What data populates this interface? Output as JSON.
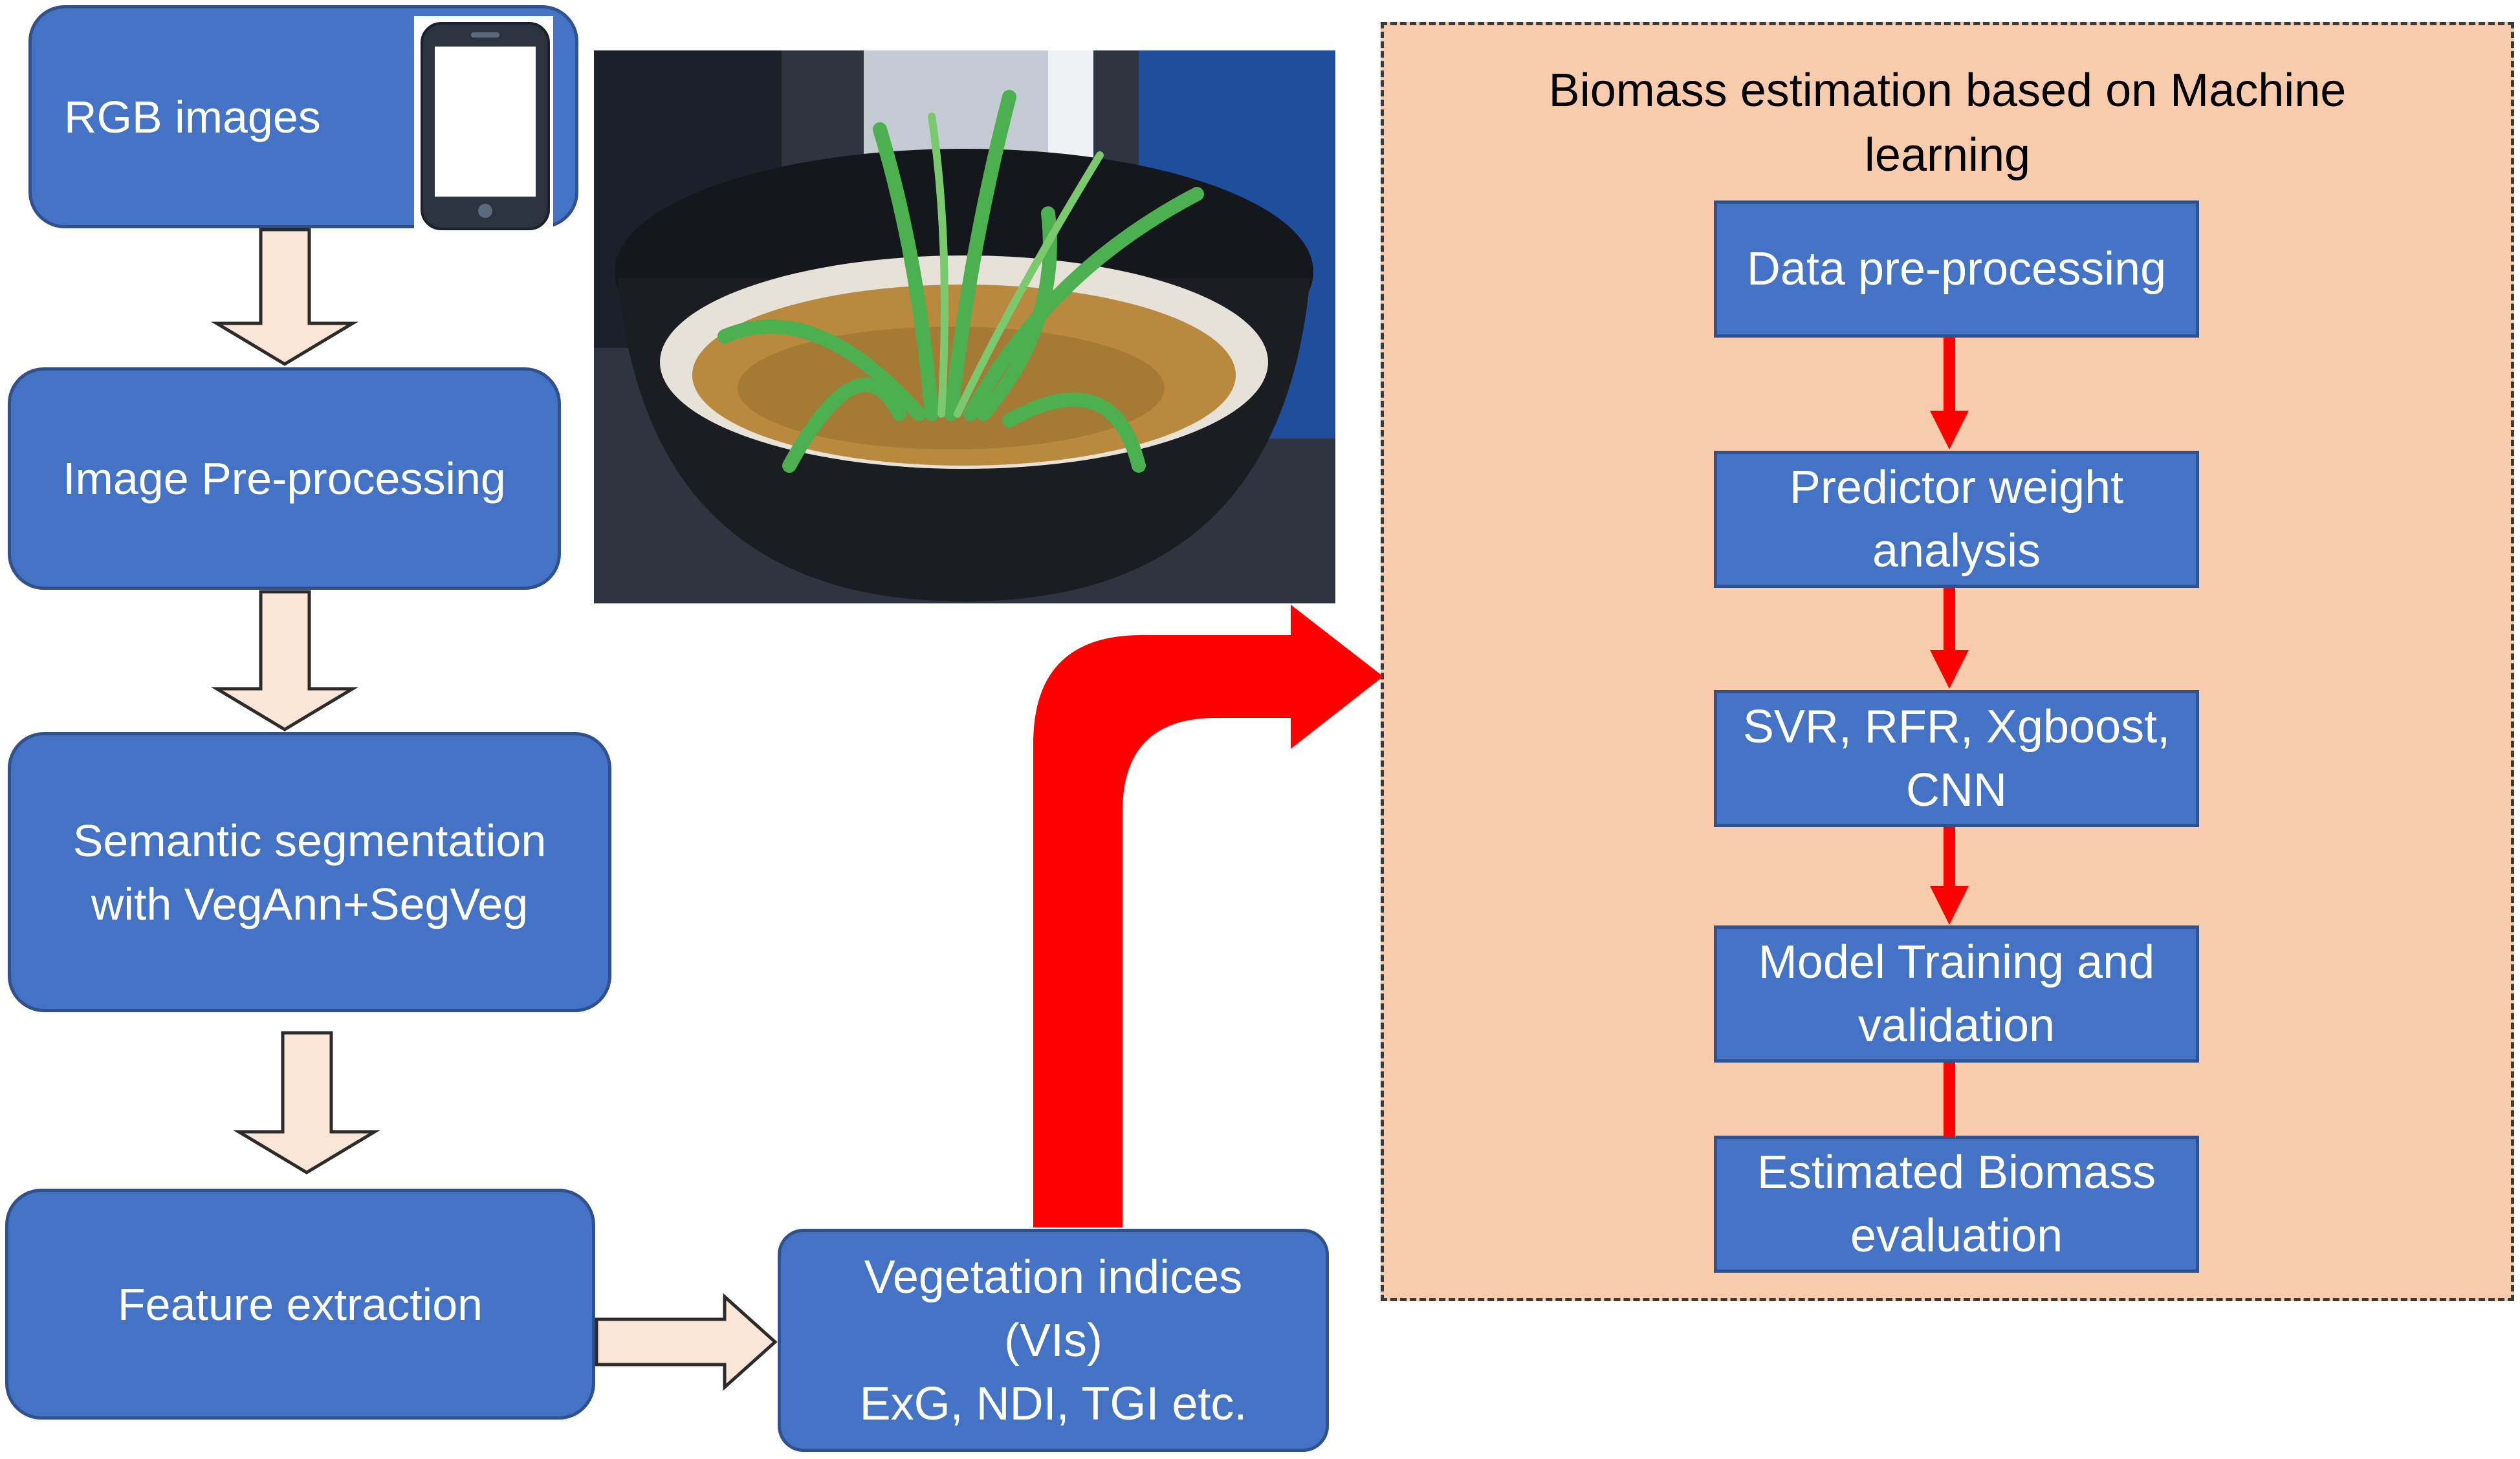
{
  "left_flow": {
    "rgb_images": "RGB images",
    "image_preprocessing": "Image Pre-processing",
    "semantic_segmentation": [
      "Semantic segmentation",
      "with VegAnn+SegVeg"
    ],
    "feature_extraction": "Feature extraction"
  },
  "vegetation_indices": [
    "Vegetation indices",
    "(VIs)",
    "ExG, NDI, TGI etc."
  ],
  "ml_panel": {
    "title": [
      "Biomass estimation based on Machine",
      "learning"
    ],
    "steps": {
      "data_preprocessing": [
        "Data pre-processing"
      ],
      "predictor_weight": [
        "Predictor weight",
        "analysis"
      ],
      "models": [
        "SVR, RFR, Xgboost,",
        "CNN"
      ],
      "training": [
        "Model Training and",
        "validation"
      ],
      "evaluation": [
        "Estimated Biomass",
        "evaluation"
      ]
    }
  },
  "colors": {
    "box_fill": "#4472c4",
    "box_border": "#2f528f",
    "hollow_arrow_fill": "#fbe5d6",
    "red_arrow": "#ff0000",
    "panel_fill": "#f8cbad"
  },
  "icons": {
    "device": "tablet-icon",
    "photo": "plant-pot-photo"
  }
}
